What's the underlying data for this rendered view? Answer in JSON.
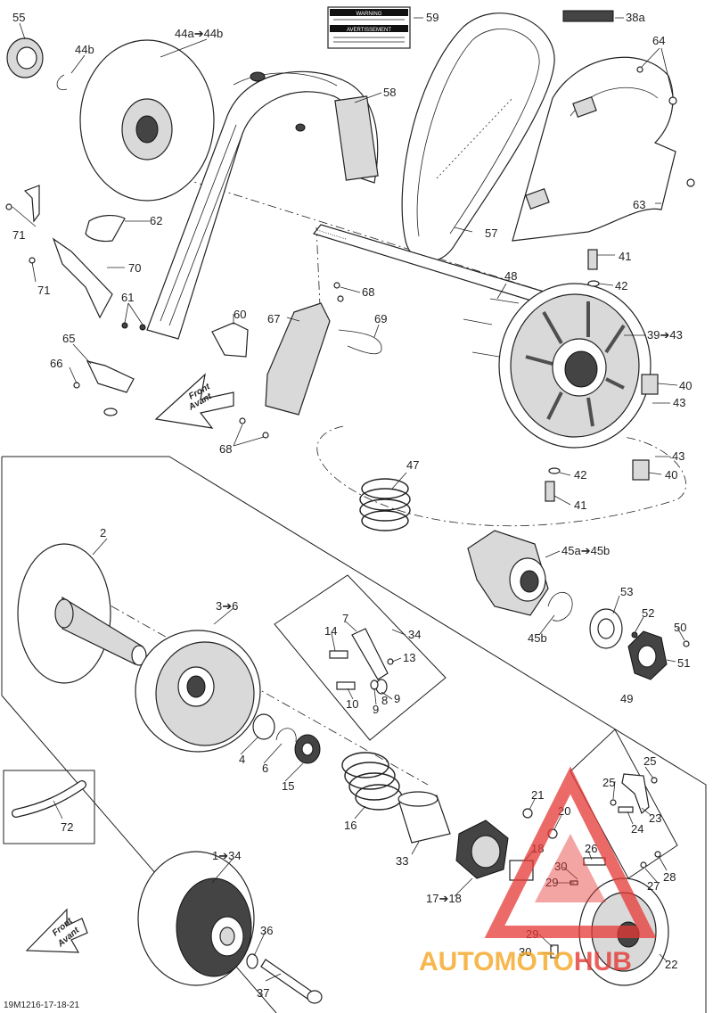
{
  "diagram_code": "19M1216-17-18-21",
  "watermark": {
    "brand": "AUTOMOTOHUB",
    "part_a": "AUTOMOTO",
    "part_b": "HUB",
    "color_a": "#f5a623",
    "color_b": "#e53935",
    "logo_color": "#e53935"
  },
  "front_label": {
    "line1": "Front",
    "line2": "Avant"
  },
  "decal_59": {
    "title1": "WARNING",
    "title2": "AVERTISSEMENT"
  },
  "labels": {
    "l55": "55",
    "l44b": "44b",
    "l44a": "44a➔44b",
    "l59": "59",
    "l38a": "38a",
    "l64": "64",
    "l58": "58",
    "l63": "63",
    "l62": "62",
    "l71a": "71",
    "l71b": "71",
    "l70": "70",
    "l57": "57",
    "l41a": "41",
    "l42a": "42",
    "l48": "48",
    "l68a": "68",
    "l61": "61",
    "l60": "60",
    "l67": "67",
    "l69": "69",
    "l65": "65",
    "l66": "66",
    "l3943": "39➔43",
    "l40a": "40",
    "l43a": "43",
    "l68b": "68",
    "l43b": "43",
    "l40b": "40",
    "l47": "47",
    "l42b": "42",
    "l41b": "41",
    "l45": "45a➔45b",
    "l2": "2",
    "l36": "3➔6",
    "l7": "7",
    "l14": "14",
    "l34a": "34",
    "l13": "13",
    "l53": "53",
    "l52": "52",
    "l50": "50",
    "l45b": "45b",
    "l51": "51",
    "l10": "10",
    "l9a": "9",
    "l8": "8",
    "l9b": "9",
    "l49": "49",
    "l4": "4",
    "l6": "6",
    "l15": "15",
    "l25a": "25",
    "l25b": "25",
    "l16": "16",
    "l21": "21",
    "l20": "20",
    "l23": "23",
    "l72": "72",
    "l24": "24",
    "l33": "33",
    "l18a": "18",
    "l26": "26",
    "l28": "28",
    "l30a": "30",
    "l1734": "1➔34",
    "l27": "27",
    "l1718": "17➔18",
    "l29a": "29",
    "l36b": "36",
    "l29b": "29",
    "l30b": "30",
    "l22": "22",
    "l37": "37"
  }
}
